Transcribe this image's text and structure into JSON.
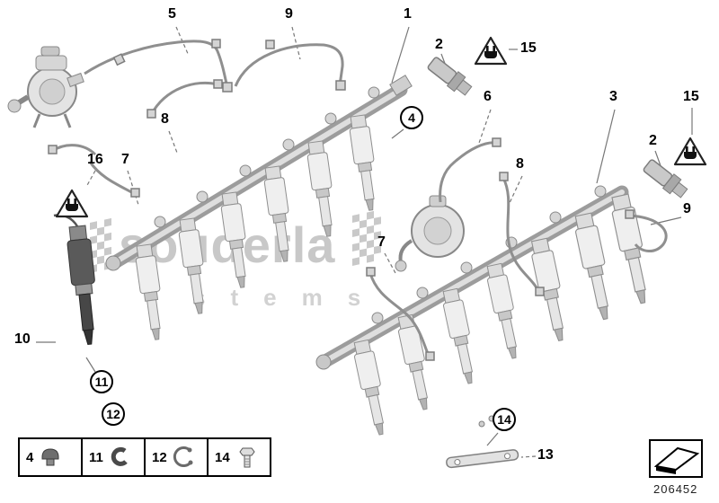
{
  "page": {
    "drawing_number": "206452",
    "background": "#ffffff"
  },
  "watermark": {
    "text": "souderla",
    "subtext": "stems",
    "color": "#c8c8c8"
  },
  "callouts": [
    {
      "label": "5"
    },
    {
      "label": "9"
    },
    {
      "label": "1"
    },
    {
      "label": "2"
    },
    {
      "label": "15"
    },
    {
      "label": "6"
    },
    {
      "label": "3"
    },
    {
      "label": "15"
    },
    {
      "label": "2"
    },
    {
      "label": "16"
    },
    {
      "label": "7"
    },
    {
      "label": "8"
    },
    {
      "label": "8"
    },
    {
      "label": "9"
    },
    {
      "label": "7"
    },
    {
      "label": "10"
    },
    {
      "label": "13"
    },
    {
      "label": "4"
    },
    {
      "label": "11"
    },
    {
      "label": "12"
    },
    {
      "label": "14"
    }
  ],
  "legend": {
    "items": [
      {
        "label": "4",
        "icon": "cap-plug-icon"
      },
      {
        "label": "11",
        "icon": "retaining-clip-icon"
      },
      {
        "label": "12",
        "icon": "snap-ring-icon"
      },
      {
        "label": "14",
        "icon": "hex-bolt-icon"
      }
    ]
  },
  "icons": {
    "warning": "electrical-plug-warning-triangle",
    "thumbnail": "wedge-part-thumbnail"
  },
  "colors": {
    "line": "#8f8f8f",
    "dark_part": "#4a4a4a",
    "watermark": "#c8c8c8"
  }
}
